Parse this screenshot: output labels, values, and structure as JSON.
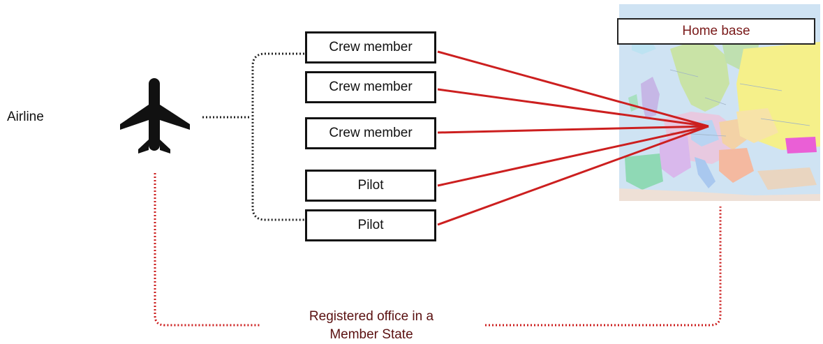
{
  "airline": {
    "label": "Airline"
  },
  "roles": [
    {
      "label": "Crew member"
    },
    {
      "label": "Crew member"
    },
    {
      "label": "Crew member"
    },
    {
      "label": "Pilot"
    },
    {
      "label": "Pilot"
    }
  ],
  "home_base": {
    "label": "Home base"
  },
  "registered_office": {
    "line1": "Registered office in a",
    "line2": "Member State"
  },
  "icons": {
    "airline": "airplane-icon",
    "map": "europe-map"
  },
  "colors": {
    "connector_red": "#cc1f1f",
    "dotted_black": "#222222",
    "dotted_red": "#cc1f1f",
    "label_dark_red": "#5a1010",
    "home_base_text": "#7a1a1a"
  }
}
